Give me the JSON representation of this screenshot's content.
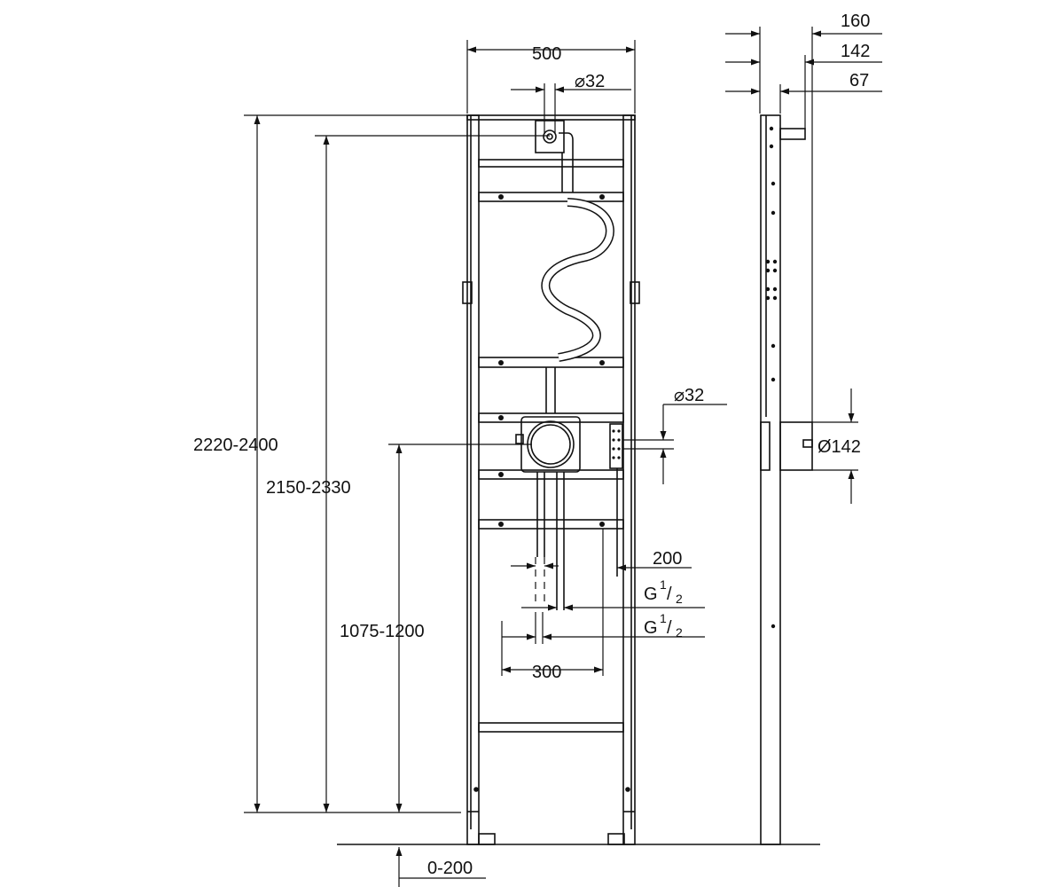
{
  "colors": {
    "line": "#111111",
    "background": "#ffffff"
  },
  "front_view": {
    "dimensions": {
      "frame_width": "500",
      "top_pipe_diameter": "⌀32",
      "total_height_range": "2220-2400",
      "pipe_height_range": "2150-2330",
      "mixer_height_range": "1075-1200",
      "foot_adjust_range": "0-200",
      "spout_offset": "200",
      "pipe_spacing": "300"
    },
    "thread_callouts": [
      {
        "prefix": "G",
        "numerator": "1",
        "slash": "/",
        "denominator": "2"
      },
      {
        "prefix": "G",
        "numerator": "1",
        "slash": "/",
        "denominator": "2"
      }
    ]
  },
  "side_view": {
    "dimensions": {
      "depth_outer": "160",
      "depth_mid": "142",
      "depth_inner": "67",
      "body_diameter": "Ø142",
      "outlet_diameter": "⌀32"
    }
  }
}
